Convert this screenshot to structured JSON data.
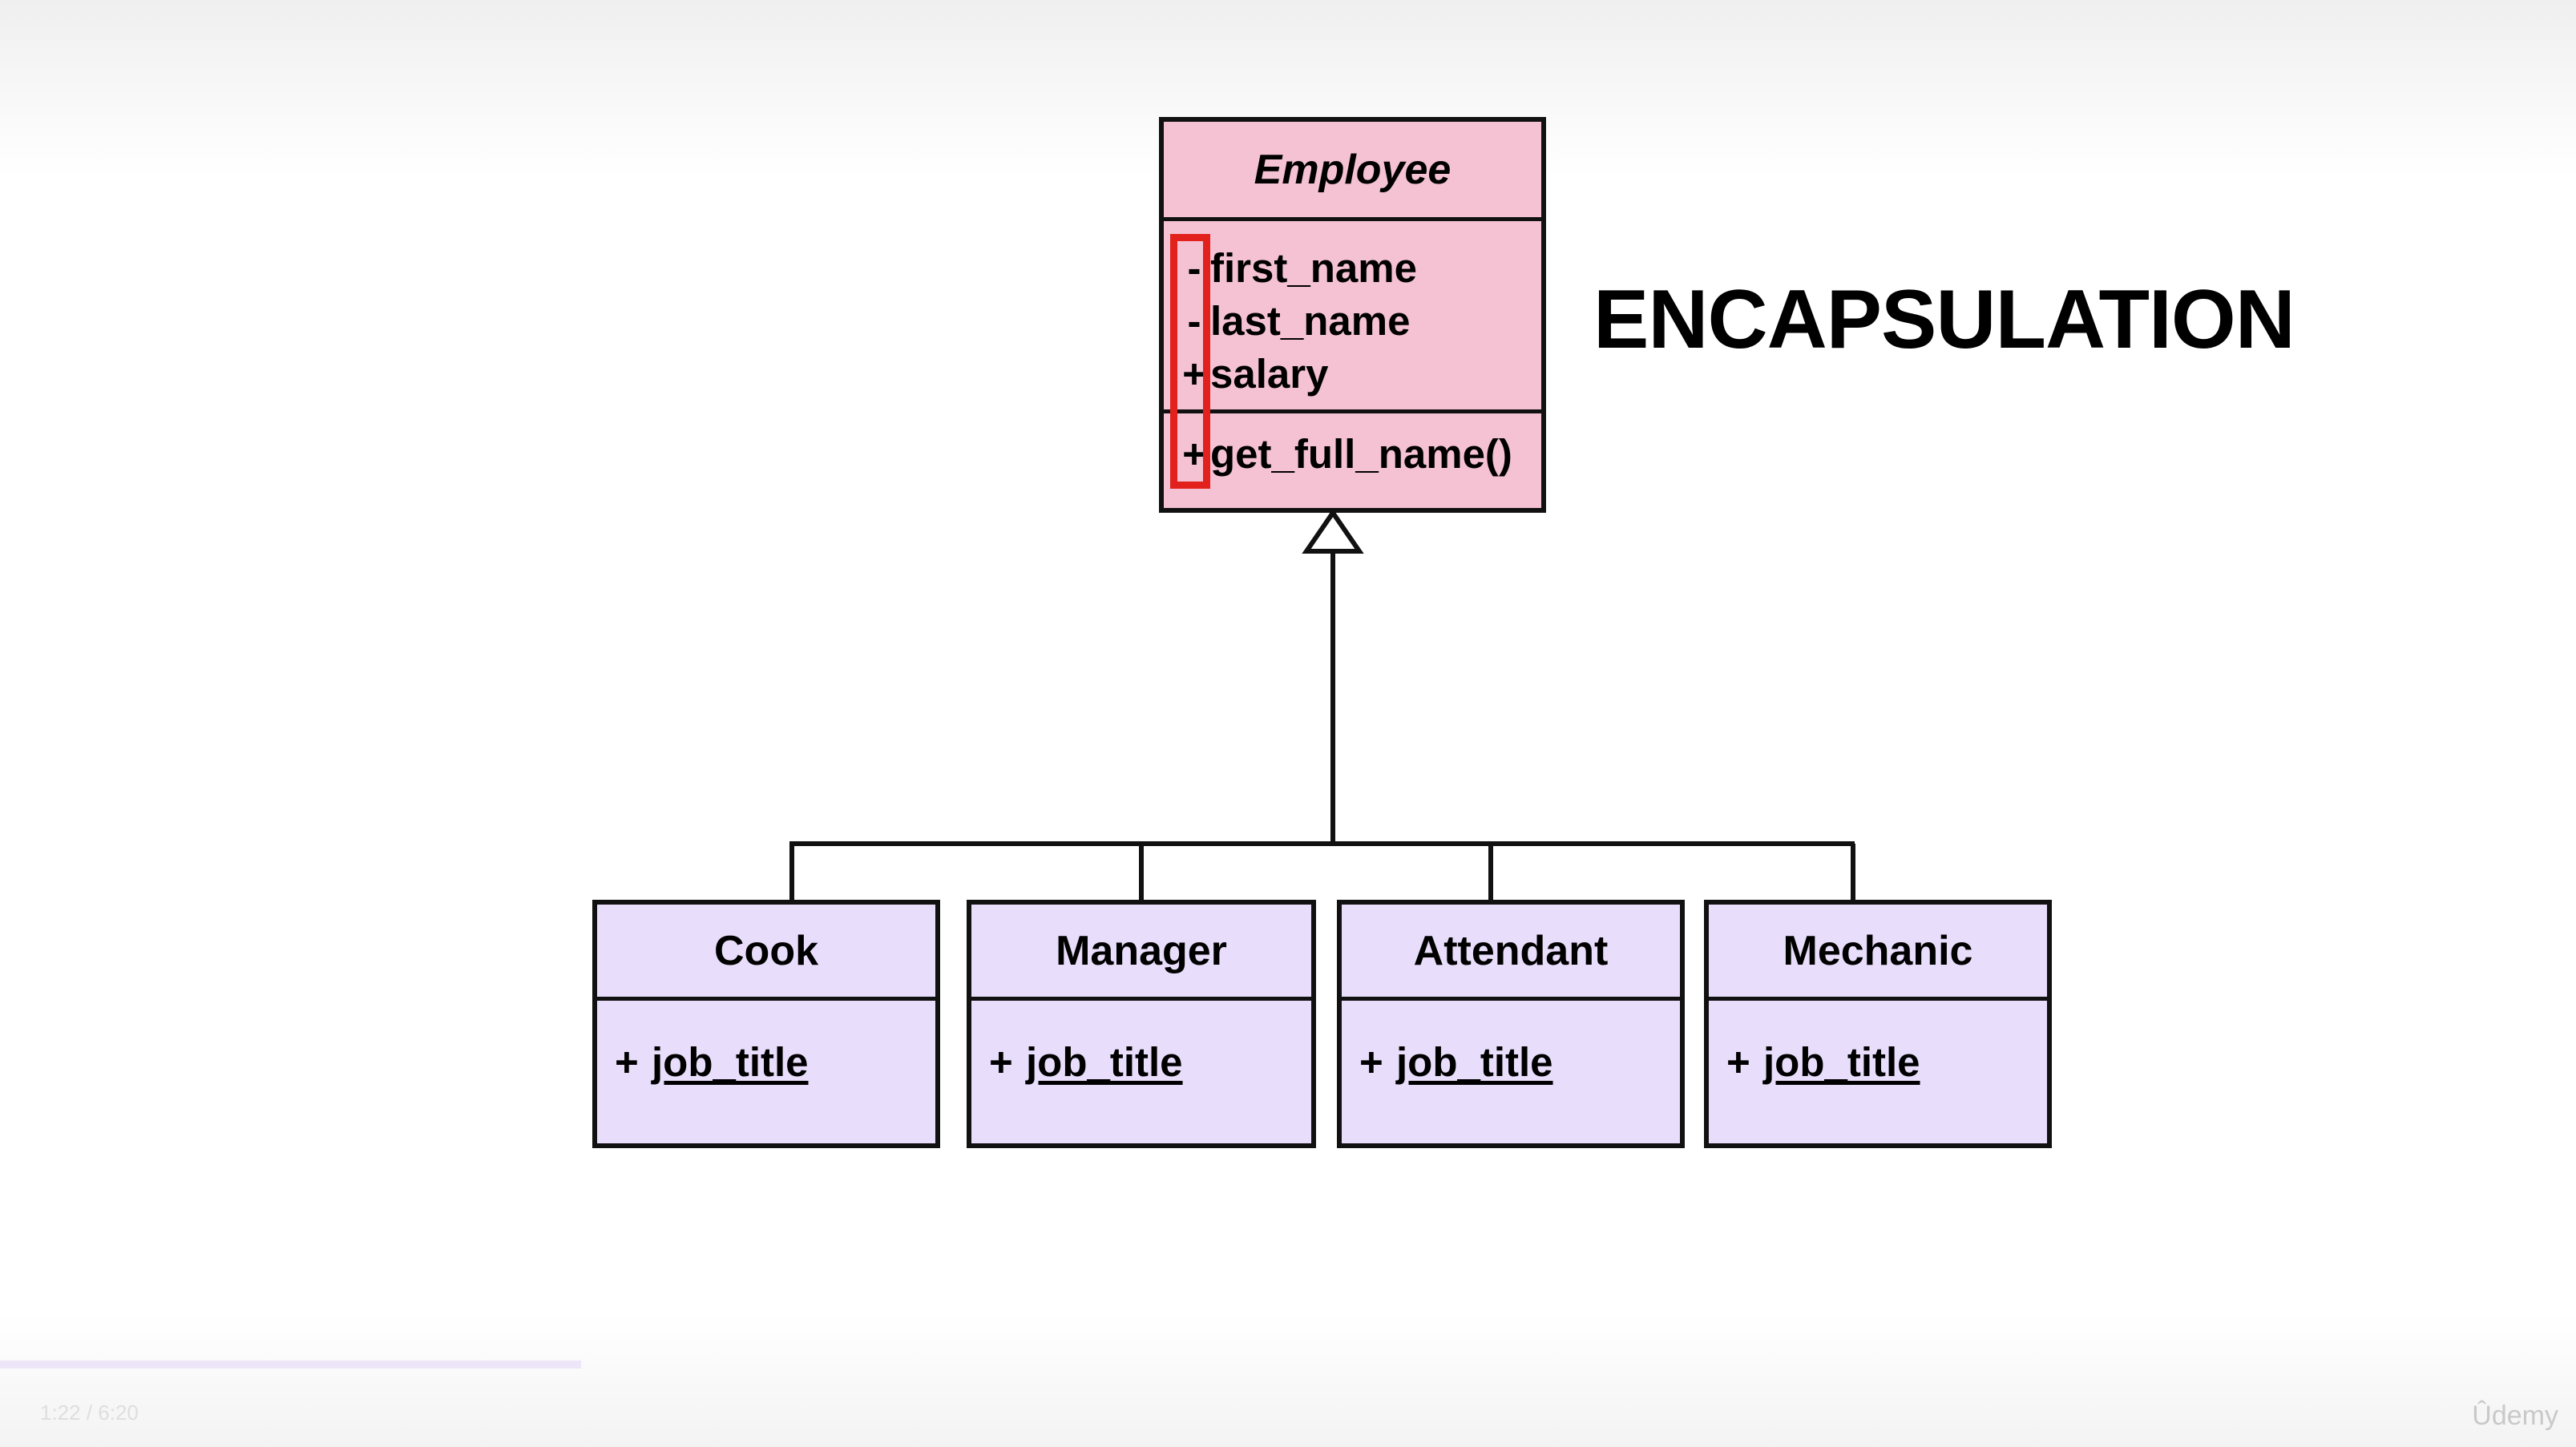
{
  "slide": {
    "title": "ENCAPSULATION"
  },
  "diagram": {
    "parent": {
      "name": "Employee",
      "attributes": [
        {
          "visibility": "-",
          "name": "first_name"
        },
        {
          "visibility": "-",
          "name": "last_name"
        },
        {
          "visibility": "+",
          "name": "salary"
        }
      ],
      "methods": [
        {
          "visibility": "+",
          "name": "get_full_name()"
        }
      ]
    },
    "children": [
      {
        "name": "Cook",
        "attributes": [
          {
            "visibility": "+",
            "name": "job_title"
          }
        ]
      },
      {
        "name": "Manager",
        "attributes": [
          {
            "visibility": "+",
            "name": "job_title"
          }
        ]
      },
      {
        "name": "Attendant",
        "attributes": [
          {
            "visibility": "+",
            "name": "job_title"
          }
        ]
      },
      {
        "name": "Mechanic",
        "attributes": [
          {
            "visibility": "+",
            "name": "job_title"
          }
        ]
      }
    ],
    "colors": {
      "parent_fill": "#f4c2d2",
      "child_fill": "#e8ddfa",
      "highlight": "#e2201c"
    }
  },
  "player": {
    "time": "1:22 / 6:20",
    "logo": "Ûdemy"
  }
}
